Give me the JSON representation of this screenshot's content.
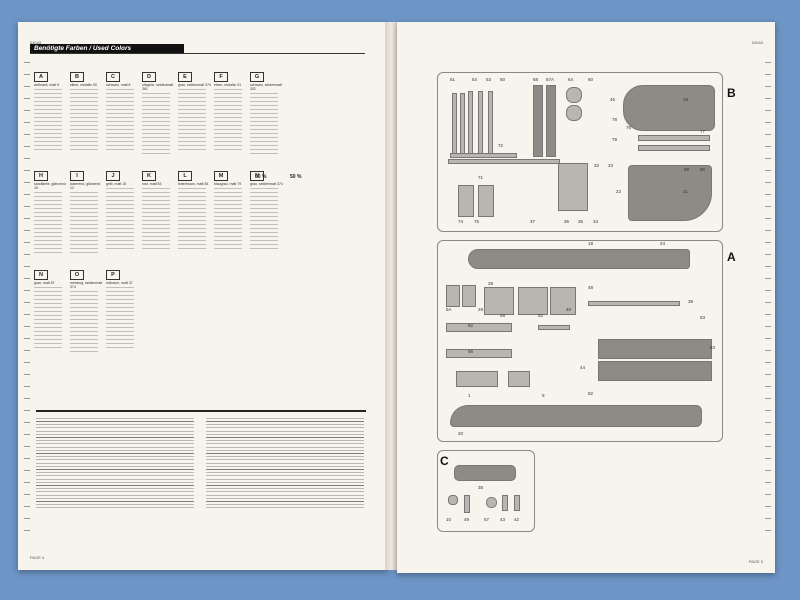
{
  "left_page": {
    "catalog_number": "04043",
    "footer": "PAGE 4",
    "colors_header": "Benötigte Farben / Used Colors",
    "color_rows": [
      [
        {
          "letter": "A",
          "code": "anthrazit, matt 9"
        },
        {
          "letter": "B",
          "code": "silber, metallic 90"
        },
        {
          "letter": "C",
          "code": "schwarz, matt 8"
        },
        {
          "letter": "D",
          "code": "olivgrün, seidenmatt 361"
        },
        {
          "letter": "E",
          "code": "grau, seidenmatt 374"
        },
        {
          "letter": "F",
          "code": "eisen, metallic 91"
        },
        {
          "letter": "G",
          "code": "schwarz, seidenmatt 302"
        }
      ],
      [
        {
          "letter": "H",
          "code": "sandfarbe, glänzend 16"
        },
        {
          "letter": "I",
          "code": "lasierend, glänzend 12"
        },
        {
          "letter": "J",
          "code": "gelb, matt 15"
        },
        {
          "letter": "K",
          "code": "rost, matt 83"
        },
        {
          "letter": "L",
          "code": "lederbraun, matt 84"
        },
        {
          "letter": "M",
          "code": "blaugrau, matt 79"
        },
        {
          "letter": "N",
          "code": "grau, seidenmatt 374"
        }
      ],
      [
        {
          "letter": "N",
          "code": "grau, matt 57"
        },
        {
          "letter": "O",
          "code": "messing, seidenmatt 374"
        },
        {
          "letter": "P",
          "code": "rotbraun, matt 37"
        }
      ]
    ],
    "mix_labels": [
      "50 %",
      "50 %"
    ]
  },
  "right_page": {
    "catalog_number": "04043",
    "footer": "PAGE 5",
    "sections": [
      {
        "letter": "B"
      },
      {
        "letter": "A"
      },
      {
        "letter": "C"
      }
    ],
    "part_numbers_b": [
      "61",
      "54",
      "53",
      "50",
      "68",
      "67A",
      "64",
      "60",
      "46",
      "19",
      "72",
      "71",
      "74",
      "75",
      "37",
      "36",
      "35",
      "34",
      "33",
      "32",
      "22",
      "21",
      "78",
      "79",
      "76",
      "77",
      "89",
      "90"
    ],
    "part_numbers_a": [
      "18",
      "24",
      "8A",
      "29",
      "28",
      "59",
      "52",
      "40",
      "48",
      "39",
      "62",
      "56",
      "63",
      "83",
      "1",
      "9",
      "44",
      "82",
      "20"
    ],
    "part_numbers_c": [
      "38",
      "10",
      "49",
      "57",
      "43",
      "42"
    ]
  }
}
